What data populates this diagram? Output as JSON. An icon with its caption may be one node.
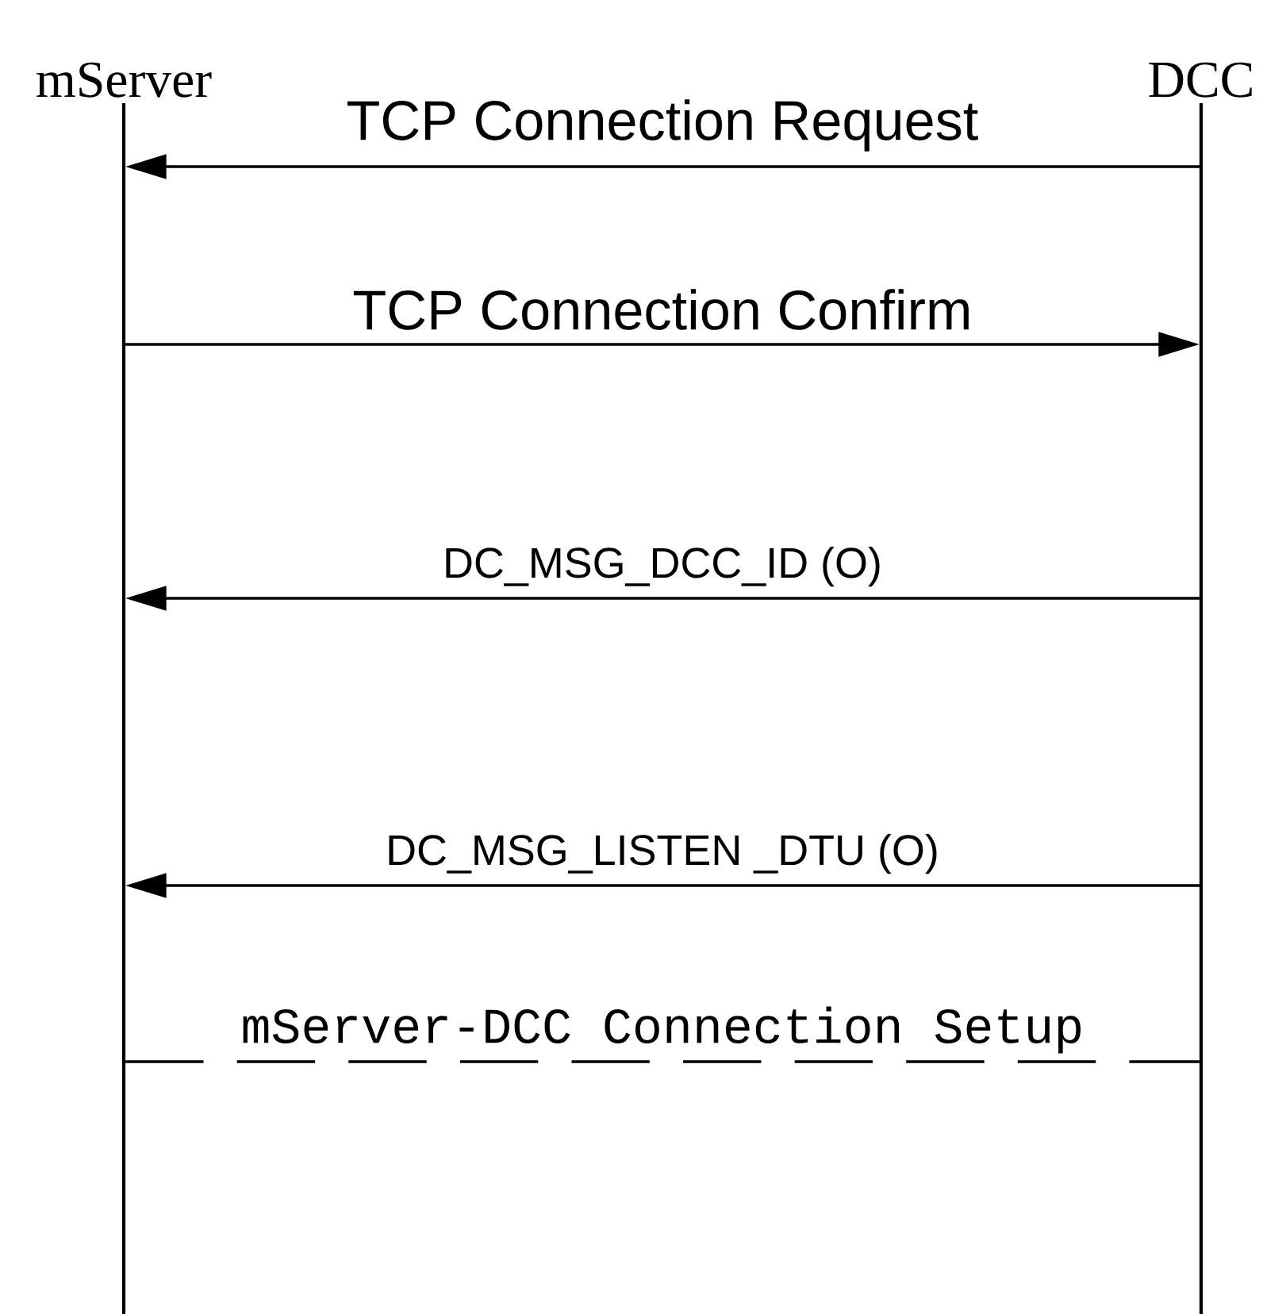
{
  "diagram": {
    "nodes": [
      {
        "text": [
          "mServer"
        ]
      },
      {
        "text": [
          "DCC"
        ]
      }
    ],
    "edges": [
      {
        "from": 1,
        "to": 0,
        "arrow": "to",
        "label": "TCP Connection Request"
      },
      {
        "from": 0,
        "to": 1,
        "arrow": "to",
        "label": "TCP Connection Confirm"
      },
      {
        "from": 1,
        "to": 0,
        "arrow": "to",
        "label": "DC_MSG_DCC_ID (O)"
      },
      {
        "from": 1,
        "to": 0,
        "arrow": "to",
        "label": "DC_MSG_LISTEN _DTU (O)"
      },
      {
        "from": 0,
        "to": 1,
        "arrow": "none",
        "style": "dashed",
        "label": "mServer-DCC Connection Setup"
      }
    ]
  }
}
